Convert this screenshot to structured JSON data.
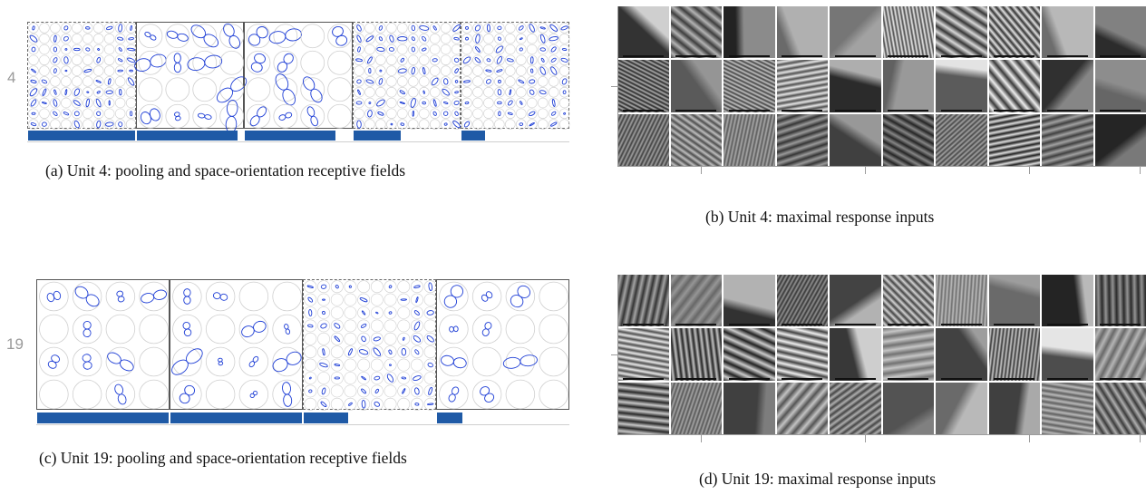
{
  "panels": [
    {
      "id": "a",
      "unit_number": "4",
      "caption": "(a) Unit 4: pooling and space-orientation receptive fields",
      "pooling": [
        {
          "field": "space",
          "border": "dashed",
          "pool_weight": 1.0
        },
        {
          "field": "orientation",
          "border": "solid",
          "pool_weight": 0.95
        },
        {
          "field": "orientation",
          "border": "solid",
          "pool_weight": 0.85
        },
        {
          "field": "space",
          "border": "dashed",
          "pool_weight": 0.44
        },
        {
          "field": "space",
          "border": "dashed",
          "pool_weight": 0.22
        }
      ]
    },
    {
      "id": "b",
      "caption": "(b) Unit 4: maximal response inputs",
      "grid": {
        "rows": 3,
        "cols": 10
      }
    },
    {
      "id": "c",
      "unit_number": "19",
      "caption": "(c) Unit 19: pooling and space-orientation receptive fields",
      "pooling": [
        {
          "field": "orientation",
          "border": "solid",
          "pool_weight": 1.0
        },
        {
          "field": "orientation",
          "border": "solid",
          "pool_weight": 1.0
        },
        {
          "field": "space",
          "border": "dashed",
          "pool_weight": 0.34
        },
        {
          "field": "orientation",
          "border": "solid",
          "pool_weight": 0.19
        }
      ]
    },
    {
      "id": "d",
      "caption": "(d) Unit 19: maximal response inputs",
      "grid": {
        "rows": 3,
        "cols": 10
      }
    }
  ],
  "colors": {
    "pool_bar": "#1f5aa6",
    "ellipse": "#1f3fd6",
    "circle": "#cfcfcf",
    "axis": "#9c9c9c"
  }
}
